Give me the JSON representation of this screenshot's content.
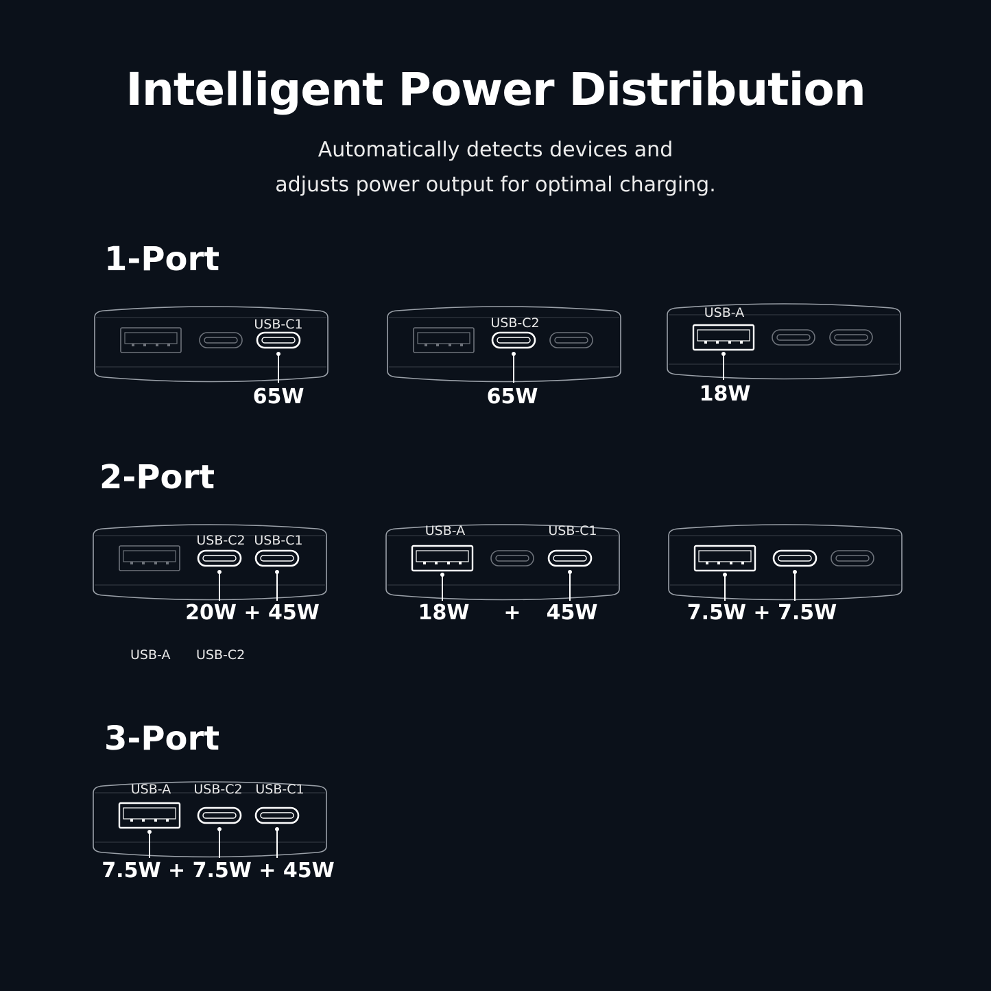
{
  "header": {
    "title": "Intelligent Power Distribution",
    "subtitle_line1": "Automatically detects devices and",
    "subtitle_line2": "adjusts power output for optimal charging."
  },
  "sections": [
    {
      "title": "1-Port",
      "devices": [
        {
          "ports": [
            {
              "type": "usb-a",
              "active": false
            },
            {
              "type": "usb-c",
              "active": false
            },
            {
              "type": "usb-c",
              "active": true,
              "label": "USB-C1"
            }
          ],
          "watts": [
            "65W"
          ]
        },
        {
          "ports": [
            {
              "type": "usb-a",
              "active": false
            },
            {
              "type": "usb-c",
              "active": true,
              "label": "USB-C2"
            },
            {
              "type": "usb-c",
              "active": false
            }
          ],
          "watts": [
            "65W"
          ]
        },
        {
          "ports": [
            {
              "type": "usb-a",
              "active": true,
              "label": "USB-A"
            },
            {
              "type": "usb-c",
              "active": false
            },
            {
              "type": "usb-c",
              "active": false
            }
          ],
          "watts": [
            "18W"
          ]
        }
      ]
    },
    {
      "title": "2-Port",
      "devices": [
        {
          "ports": [
            {
              "type": "usb-a",
              "active": false
            },
            {
              "type": "usb-c",
              "active": true,
              "label": "USB-C2"
            },
            {
              "type": "usb-c",
              "active": true,
              "label": "USB-C1"
            }
          ],
          "watts": [
            "20W + 45W"
          ]
        },
        {
          "ports": [
            {
              "type": "usb-a",
              "active": true,
              "label": "USB-A"
            },
            {
              "type": "usb-c",
              "active": false
            },
            {
              "type": "usb-c",
              "active": true,
              "label": "USB-C1"
            }
          ],
          "watts": [
            "18W",
            "+",
            "45W"
          ]
        },
        {
          "ports": [
            {
              "type": "usb-a",
              "active": true
            },
            {
              "type": "usb-c",
              "active": true
            },
            {
              "type": "usb-c",
              "active": false
            }
          ],
          "watts": [
            "7.5W + 7.5W"
          ]
        }
      ],
      "stray_labels": [
        "USB-A",
        "USB-C2"
      ]
    },
    {
      "title": "3-Port",
      "devices": [
        {
          "ports": [
            {
              "type": "usb-a",
              "active": true,
              "label": "USB-A"
            },
            {
              "type": "usb-c",
              "active": true,
              "label": "USB-C2"
            },
            {
              "type": "usb-c",
              "active": true,
              "label": "USB-C1"
            }
          ],
          "watts": [
            "7.5W + 7.5W + 45W"
          ]
        }
      ]
    }
  ],
  "colors": {
    "background": "#0b111a",
    "active_port": "#ffffff",
    "inactive_port": "#6e737b",
    "device_outline": "#9aa0a8"
  }
}
